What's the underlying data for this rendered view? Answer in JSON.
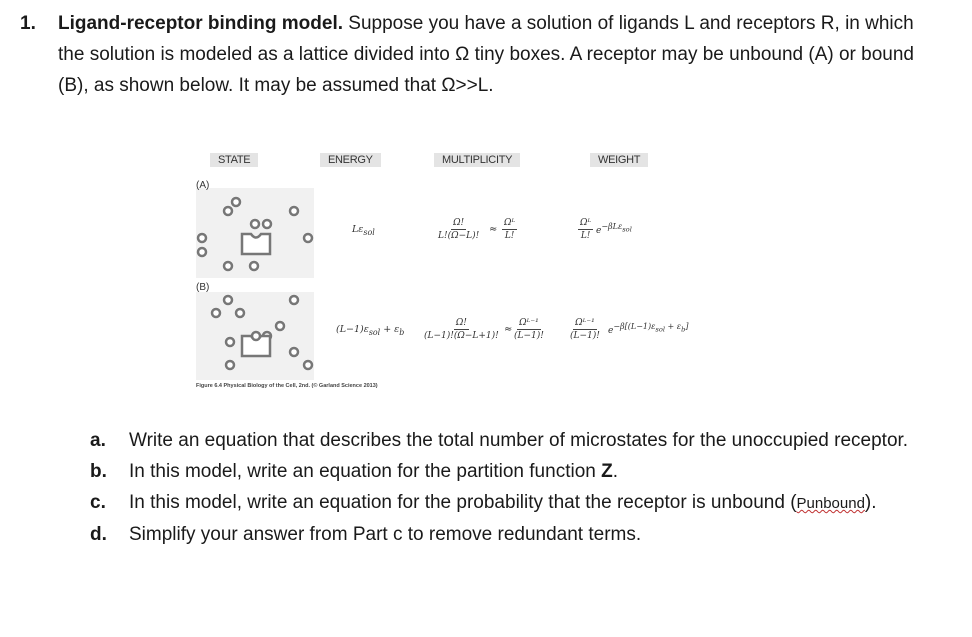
{
  "question": {
    "number": "1.",
    "title": "Ligand-receptor binding model.",
    "text": "Suppose you have a solution of ligands L and receptors R, in which the solution is modeled as a lattice divided into Ω tiny boxes. A receptor may be unbound (A) or bound (B), as shown below. It may be assumed that Ω>>L."
  },
  "figure": {
    "headers": [
      "STATE",
      "ENERGY",
      "MULTIPLICITY",
      "WEIGHT"
    ],
    "row_labels": [
      "(A)",
      "(B)"
    ],
    "rowA": {
      "energy": "Lε",
      "energy_sub": "sol",
      "mult_num": "Ω!",
      "mult_den": "L!(Ω−L)!",
      "mult_eq": "≈",
      "mult_approx_num": "Ωᴸ",
      "mult_approx_den": "L!",
      "weight_num": "Ωᴸ",
      "weight_den": "L!",
      "weight_exp_base": "e",
      "weight_exp": "−βLε",
      "weight_exp_sub": "sol"
    },
    "rowB": {
      "energy": "(L−1)ε",
      "energy_sub": "sol",
      "energy_rest": " + ε",
      "energy_rest_sub": "b",
      "mult_num": "Ω!",
      "mult_den": "(L−1)!(Ω−L+1)!",
      "mult_eq": "≈",
      "mult_approx_num": "Ωᴸ⁻¹",
      "mult_approx_den": "(L−1)!",
      "weight_num": "Ωᴸ⁻¹",
      "weight_den": "(L−1)!",
      "weight_exp_base": "e",
      "weight_exp": "−β[(L−1)ε",
      "weight_exp_sub": "sol",
      "weight_exp_rest": " + ε",
      "weight_exp_rest_sub": "b",
      "weight_exp_end": "]"
    },
    "caption": "Figure 6.4 Physical Biology of the Cell, 2nd. (© Garland Science 2013)"
  },
  "parts": [
    {
      "letter": "a.",
      "text": "Write an equation that describes the total number of microstates for the unoccupied receptor."
    },
    {
      "letter": "b.",
      "text": "In this model, write an equation for the partition function",
      "bold_tail": "Z",
      "tail": "."
    },
    {
      "letter": "c.",
      "text": "In this model, write an equation for the probability that the receptor is unbound",
      "paren_open": "(",
      "p_label": "Punbound",
      "paren_close": ")."
    },
    {
      "letter": "d.",
      "text": "Simplify your answer from Part c to remove redundant terms."
    }
  ]
}
